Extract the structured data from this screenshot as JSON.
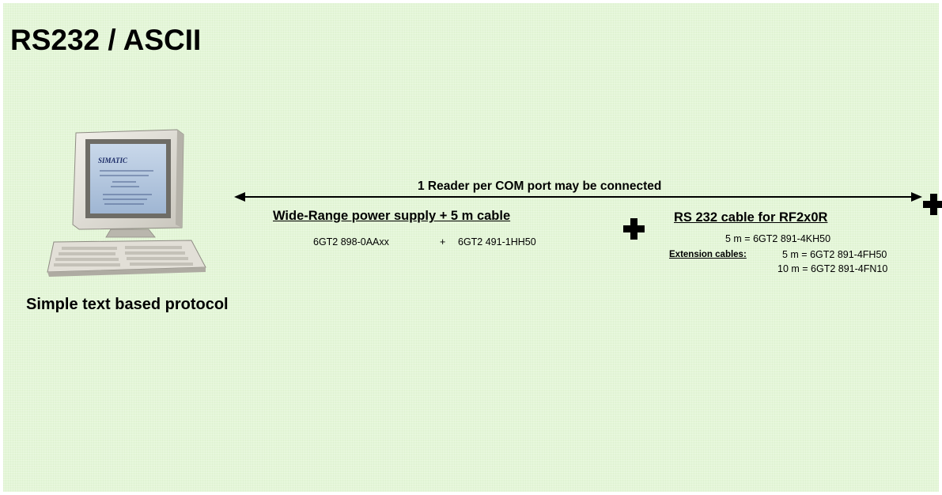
{
  "title": "RS232 / ASCII",
  "computer": {
    "icon": "desktop-computer-icon",
    "screen_text": "SIMATIC"
  },
  "protocol_caption": "Simple text based protocol",
  "connection": {
    "label": "1 Reader per COM port may be connected"
  },
  "power_supply": {
    "heading": "Wide-Range power supply + 5 m cable",
    "part_1": "6GT2 898-0AAxx",
    "plus": "+",
    "part_2": "6GT2 491-1HH50"
  },
  "rs232_cable": {
    "heading": "RS 232 cable for RF2x0R",
    "standard": "5 m = 6GT2 891-4KH50",
    "extension_label": "Extension cables:",
    "extension_1": "5 m = 6GT2 891-4FH50",
    "extension_2": "10 m = 6GT2 891-4FN10"
  },
  "colors": {
    "background": "#e4f6d8",
    "text": "#000000"
  }
}
